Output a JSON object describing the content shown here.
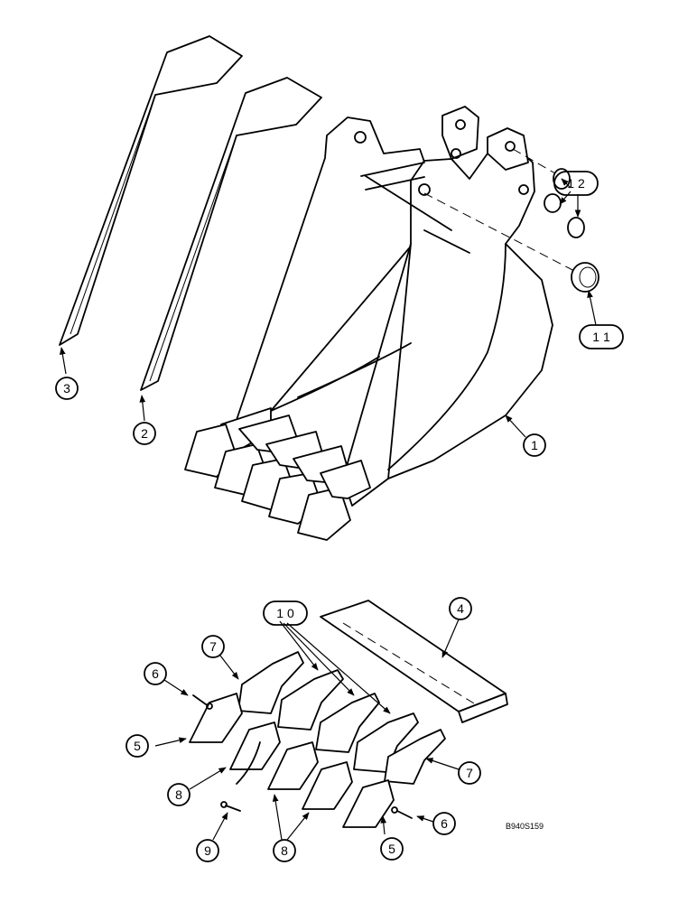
{
  "callouts": [
    {
      "id": "c1",
      "text": "1"
    },
    {
      "id": "c2",
      "text": "2"
    },
    {
      "id": "c3",
      "text": "3"
    },
    {
      "id": "c4",
      "text": "4"
    },
    {
      "id": "c5a",
      "text": "5"
    },
    {
      "id": "c5b",
      "text": "5"
    },
    {
      "id": "c6a",
      "text": "6"
    },
    {
      "id": "c6b",
      "text": "6"
    },
    {
      "id": "c7a",
      "text": "7"
    },
    {
      "id": "c7b",
      "text": "7"
    },
    {
      "id": "c8a",
      "text": "8"
    },
    {
      "id": "c8b",
      "text": "8"
    },
    {
      "id": "c9",
      "text": "9"
    },
    {
      "id": "c10",
      "text": "1 0"
    },
    {
      "id": "c11",
      "text": "1 1"
    },
    {
      "id": "c12",
      "text": "1 2"
    }
  ],
  "drawing_code": "B940S159"
}
